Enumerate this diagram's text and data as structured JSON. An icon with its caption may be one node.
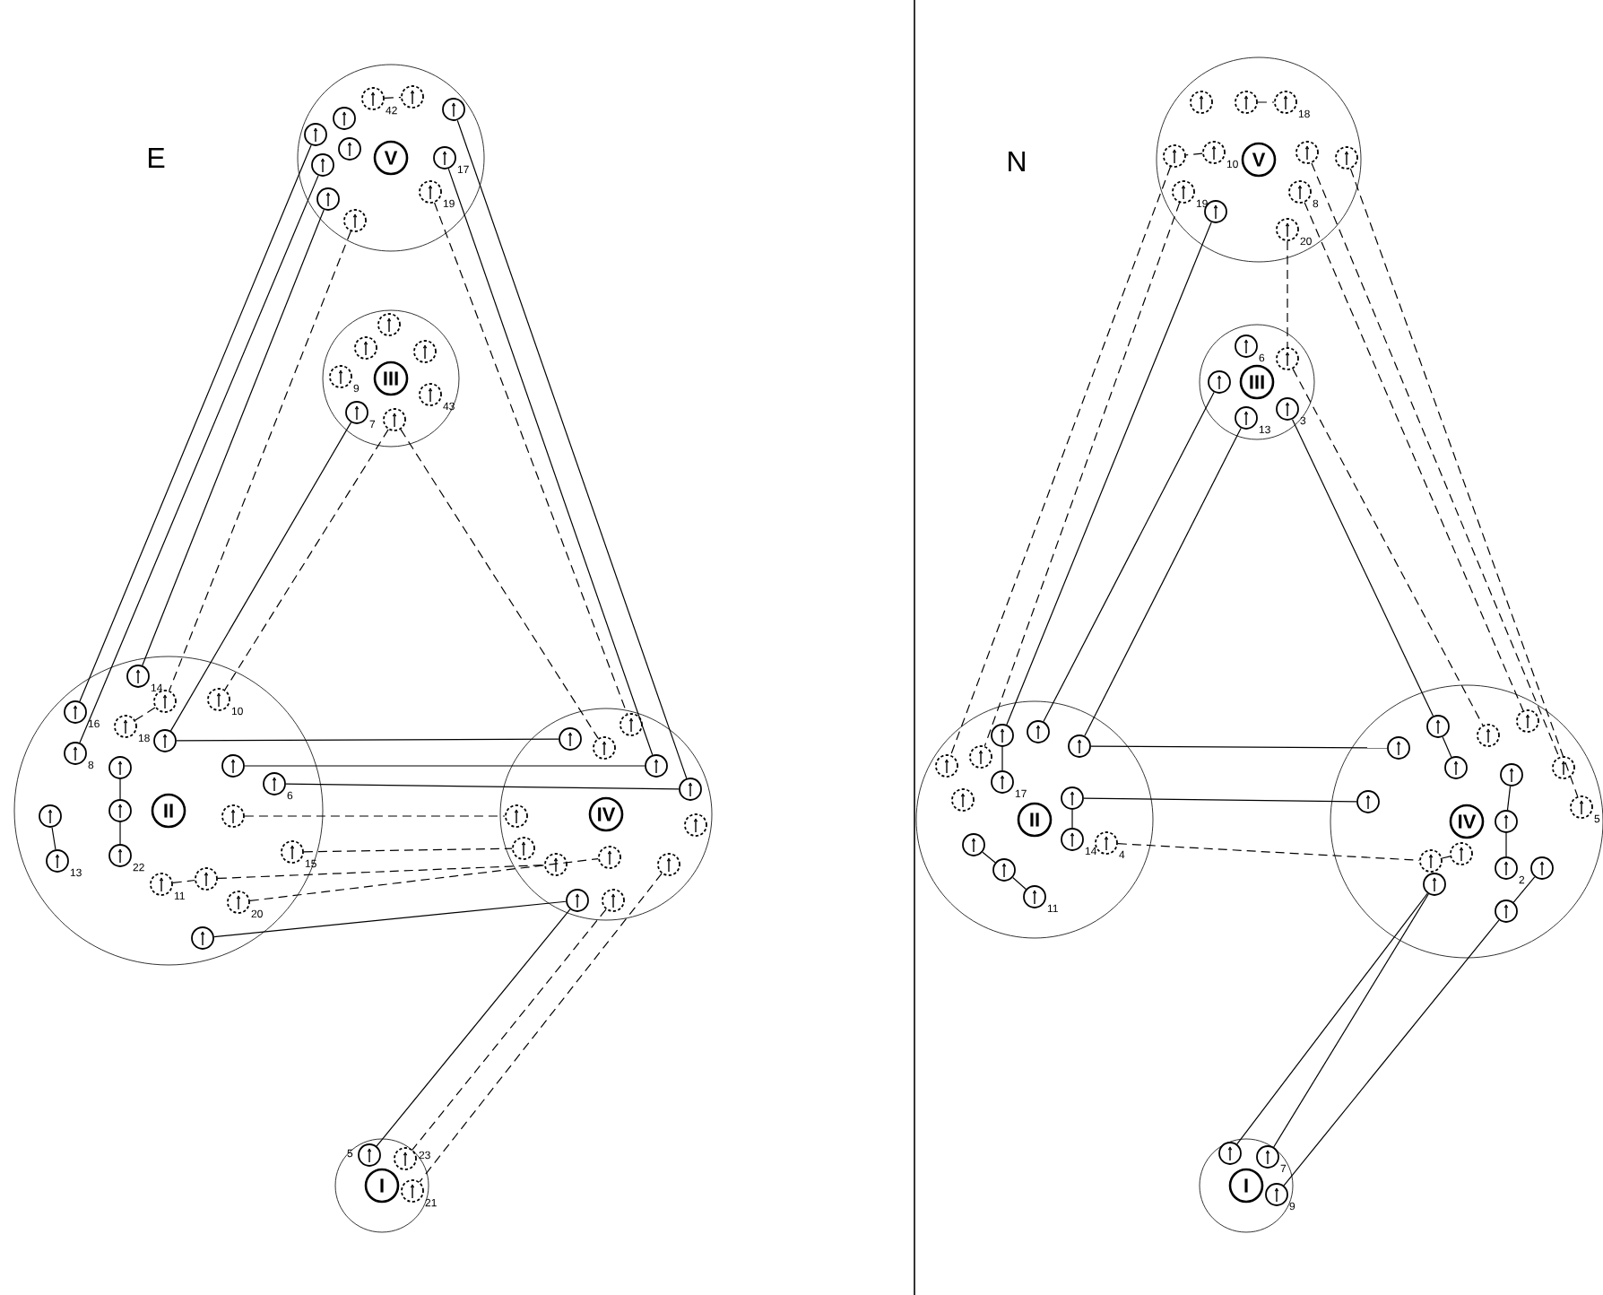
{
  "diagram": {
    "nodes": [
      {
        "text": [
          "V"
        ]
      },
      {
        "text": [],
        "shape": "circle",
        "in": 0
      },
      {
        "text": [],
        "shape": "circle",
        "in": 0
      },
      {
        "text": [],
        "shape": "circle",
        "in": 0
      },
      {
        "text": [],
        "shape": "circle",
        "in": 0
      },
      {
        "text": [],
        "shape": "circle",
        "in": 0
      },
      {
        "text": [],
        "shape": "circle",
        "in": 0
      },
      {
        "text": [],
        "shape": "circle",
        "in": 0,
        "beside": [
          "42"
        ]
      },
      {
        "text": [],
        "shape": "circle",
        "in": 0
      },
      {
        "text": [],
        "shape": "circle",
        "in": 0
      },
      {
        "text": [],
        "shape": "circle",
        "in": 0,
        "beside": [
          "17"
        ]
      },
      {
        "text": [],
        "shape": "circle",
        "in": 0,
        "beside": [
          "19"
        ]
      },
      {
        "text": [
          "III"
        ]
      },
      {
        "text": [],
        "shape": "circle",
        "in": 12
      },
      {
        "text": [],
        "shape": "circle",
        "in": 12
      },
      {
        "text": [],
        "shape": "circle",
        "in": 12,
        "beside": [
          "9"
        ]
      },
      {
        "text": [],
        "shape": "circle",
        "in": 12
      },
      {
        "text": [],
        "shape": "circle",
        "in": 12,
        "beside": [
          "43"
        ]
      },
      {
        "text": [],
        "shape": "circle",
        "in": 12,
        "beside": [
          "7"
        ]
      },
      {
        "text": [],
        "shape": "circle",
        "in": 12
      },
      {
        "text": [
          "II"
        ]
      },
      {
        "text": [],
        "shape": "circle",
        "in": 20,
        "beside": [
          "16"
        ]
      },
      {
        "text": [],
        "shape": "circle",
        "in": 20,
        "beside": [
          "8"
        ]
      },
      {
        "text": [],
        "shape": "circle",
        "in": 20,
        "beside": [
          "14"
        ]
      },
      {
        "text": [],
        "shape": "circle",
        "in": 20
      },
      {
        "text": [],
        "shape": "circle",
        "in": 20,
        "beside": [
          "18"
        ]
      },
      {
        "text": [],
        "shape": "circle",
        "in": 20
      },
      {
        "text": [],
        "shape": "circle",
        "in": 20,
        "beside": [
          "10"
        ]
      },
      {
        "text": [],
        "shape": "circle",
        "in": 20
      },
      {
        "text": [],
        "shape": "circle",
        "in": 20
      },
      {
        "text": [],
        "shape": "circle",
        "in": 20,
        "beside": [
          "22"
        ]
      },
      {
        "text": [],
        "shape": "circle",
        "in": 20
      },
      {
        "text": [],
        "shape": "circle",
        "in": 20,
        "beside": [
          "13"
        ]
      },
      {
        "text": [],
        "shape": "circle",
        "in": 20
      },
      {
        "text": [],
        "shape": "circle",
        "in": 20,
        "beside": [
          "6"
        ]
      },
      {
        "text": [],
        "shape": "circle",
        "in": 20
      },
      {
        "text": [],
        "shape": "circle",
        "in": 20,
        "beside": [
          "15"
        ]
      },
      {
        "text": [],
        "shape": "circle",
        "in": 20,
        "beside": [
          "11"
        ]
      },
      {
        "text": [],
        "shape": "circle",
        "in": 20
      },
      {
        "text": [],
        "shape": "circle",
        "in": 20,
        "beside": [
          "20"
        ]
      },
      {
        "text": [],
        "shape": "circle",
        "in": 20
      },
      {
        "text": [
          "IV"
        ]
      },
      {
        "text": [],
        "shape": "circle",
        "in": 41
      },
      {
        "text": [],
        "shape": "circle",
        "in": 41
      },
      {
        "text": [],
        "shape": "circle",
        "in": 41
      },
      {
        "text": [],
        "shape": "circle",
        "in": 41
      },
      {
        "text": [],
        "shape": "circle",
        "in": 41
      },
      {
        "text": [],
        "shape": "circle",
        "in": 41
      },
      {
        "text": [],
        "shape": "circle",
        "in": 41
      },
      {
        "text": [],
        "shape": "circle",
        "in": 41
      },
      {
        "text": [],
        "shape": "circle",
        "in": 41
      },
      {
        "text": [],
        "shape": "circle",
        "in": 41
      },
      {
        "text": [],
        "shape": "circle",
        "in": 41
      },
      {
        "text": [],
        "shape": "circle",
        "in": 41
      },
      {
        "text": [],
        "shape": "circle",
        "in": 41
      },
      {
        "text": [
          "I"
        ]
      },
      {
        "text": [],
        "shape": "circle",
        "in": 55,
        "beside": [
          "5"
        ]
      },
      {
        "text": [],
        "shape": "circle",
        "in": 55,
        "beside": [
          "23"
        ]
      },
      {
        "text": [],
        "shape": "circle",
        "in": 55,
        "beside": [
          "21"
        ]
      },
      {
        "text": [
          "V"
        ]
      },
      {
        "text": [],
        "shape": "circle",
        "in": 59
      },
      {
        "text": [],
        "shape": "circle",
        "in": 59
      },
      {
        "text": [],
        "shape": "circle",
        "in": 59,
        "beside": [
          "18"
        ]
      },
      {
        "text": [],
        "shape": "circle",
        "in": 59
      },
      {
        "text": [],
        "shape": "circle",
        "in": 59,
        "beside": [
          "10"
        ]
      },
      {
        "text": [],
        "shape": "circle",
        "in": 59
      },
      {
        "text": [],
        "shape": "circle",
        "in": 59
      },
      {
        "text": [],
        "shape": "circle",
        "in": 59,
        "beside": [
          "19"
        ]
      },
      {
        "text": [],
        "shape": "circle",
        "in": 59
      },
      {
        "text": [],
        "shape": "circle",
        "in": 59,
        "beside": [
          "8"
        ]
      },
      {
        "text": [],
        "shape": "circle",
        "in": 59,
        "beside": [
          "20"
        ]
      },
      {
        "text": [
          "III"
        ]
      },
      {
        "text": [],
        "shape": "circle",
        "in": 71,
        "beside": [
          "6"
        ]
      },
      {
        "text": [],
        "shape": "circle",
        "in": 71
      },
      {
        "text": [],
        "shape": "circle",
        "in": 71,
        "beside": [
          "13"
        ]
      },
      {
        "text": [],
        "shape": "circle",
        "in": 71
      },
      {
        "text": [],
        "shape": "circle",
        "in": 71,
        "beside": [
          "3"
        ]
      },
      {
        "text": [
          "II"
        ]
      },
      {
        "text": [],
        "shape": "circle",
        "in": 77
      },
      {
        "text": [],
        "shape": "circle",
        "in": 77
      },
      {
        "text": [],
        "shape": "circle",
        "in": 77
      },
      {
        "text": [],
        "shape": "circle",
        "in": 77
      },
      {
        "text": [],
        "shape": "circle",
        "in": 77,
        "beside": [
          "17"
        ]
      },
      {
        "text": [],
        "shape": "circle",
        "in": 77
      },
      {
        "text": [],
        "shape": "circle",
        "in": 77
      },
      {
        "text": [],
        "shape": "circle",
        "in": 77
      },
      {
        "text": [],
        "shape": "circle",
        "in": 77,
        "beside": [
          "14"
        ]
      },
      {
        "text": [],
        "shape": "circle",
        "in": 77,
        "beside": [
          "4"
        ]
      },
      {
        "text": [],
        "shape": "circle",
        "in": 77
      },
      {
        "text": [],
        "shape": "circle",
        "in": 77
      },
      {
        "text": [],
        "shape": "circle",
        "in": 77,
        "beside": [
          "11"
        ]
      },
      {
        "text": [
          "IV"
        ]
      },
      {
        "text": [],
        "shape": "circle",
        "in": 91
      },
      {
        "text": [],
        "shape": "circle",
        "in": 91
      },
      {
        "text": [],
        "shape": "circle",
        "in": 91
      },
      {
        "text": [],
        "shape": "circle",
        "in": 91
      },
      {
        "text": [],
        "shape": "circle",
        "in": 91
      },
      {
        "text": [],
        "shape": "circle",
        "in": 91
      },
      {
        "text": [],
        "shape": "circle",
        "in": 91
      },
      {
        "text": [],
        "shape": "circle",
        "in": 91
      },
      {
        "text": [],
        "shape": "circle",
        "in": 91,
        "beside": [
          "2"
        ]
      },
      {
        "text": [],
        "shape": "circle",
        "in": 91
      },
      {
        "text": [],
        "shape": "circle",
        "in": 91
      },
      {
        "text": [],
        "shape": "circle",
        "in": 91
      },
      {
        "text": [],
        "shape": "circle",
        "in": 91
      },
      {
        "text": [],
        "shape": "circle",
        "in": 91
      },
      {
        "text": [],
        "shape": "circle",
        "in": 91,
        "beside": [
          "5"
        ]
      },
      {
        "text": [],
        "shape": "circle",
        "in": 91
      },
      {
        "text": [
          "I"
        ]
      },
      {
        "text": [],
        "shape": "circle",
        "in": 108
      },
      {
        "text": [],
        "shape": "circle",
        "in": 108,
        "beside": [
          "7"
        ]
      },
      {
        "text": [],
        "shape": "circle",
        "in": 108,
        "beside": [
          "9"
        ]
      }
    ],
    "edges": [
      {
        "from": 1,
        "to": 21,
        "arrow": "none"
      },
      {
        "from": 3,
        "to": 22,
        "arrow": "none"
      },
      {
        "from": 5,
        "to": 23,
        "arrow": "none"
      },
      {
        "from": 6,
        "to": 24,
        "arrow": "none",
        "style": "dashed"
      },
      {
        "from": 18,
        "to": 26,
        "arrow": "none"
      },
      {
        "from": 19,
        "to": 27,
        "arrow": "none",
        "style": "dashed"
      },
      {
        "from": 19,
        "to": 43,
        "arrow": "none",
        "style": "dashed"
      },
      {
        "from": 9,
        "to": 46,
        "arrow": "none"
      },
      {
        "from": 10,
        "to": 45,
        "arrow": "none"
      },
      {
        "from": 11,
        "to": 44,
        "arrow": "none",
        "style": "dashed"
      },
      {
        "from": 26,
        "to": 42,
        "arrow": "none"
      },
      {
        "from": 33,
        "to": 45,
        "arrow": "none"
      },
      {
        "from": 34,
        "to": 46,
        "arrow": "none"
      },
      {
        "from": 35,
        "to": 47,
        "arrow": "none",
        "style": "dashed"
      },
      {
        "from": 36,
        "to": 48,
        "arrow": "none",
        "style": "dashed"
      },
      {
        "from": 38,
        "to": 49,
        "arrow": "none",
        "style": "dashed"
      },
      {
        "from": 39,
        "to": 50,
        "arrow": "none",
        "style": "dashed"
      },
      {
        "from": 40,
        "to": 53,
        "arrow": "none"
      },
      {
        "from": 53,
        "to": 56,
        "arrow": "none"
      },
      {
        "from": 54,
        "to": 57,
        "arrow": "none",
        "style": "dashed"
      },
      {
        "from": 52,
        "to": 58,
        "arrow": "none",
        "style": "dashed"
      },
      {
        "from": 28,
        "to": 29,
        "arrow": "none"
      },
      {
        "from": 29,
        "to": 30,
        "arrow": "none"
      },
      {
        "from": 31,
        "to": 32,
        "arrow": "none"
      },
      {
        "from": 37,
        "to": 38,
        "arrow": "none",
        "style": "dashed"
      },
      {
        "from": 25,
        "to": 24,
        "arrow": "none",
        "style": "dashed"
      },
      {
        "from": 7,
        "to": 8,
        "arrow": "none",
        "style": "dashed"
      },
      {
        "from": 63,
        "to": 78,
        "arrow": "none",
        "style": "dashed"
      },
      {
        "from": 67,
        "to": 79,
        "arrow": "none",
        "style": "dashed"
      },
      {
        "from": 68,
        "to": 81,
        "arrow": "none"
      },
      {
        "from": 73,
        "to": 83,
        "arrow": "none"
      },
      {
        "from": 74,
        "to": 84,
        "arrow": "none"
      },
      {
        "from": 70,
        "to": 75,
        "arrow": "none",
        "style": "dashed"
      },
      {
        "from": 76,
        "to": 93,
        "arrow": "none"
      },
      {
        "from": 75,
        "to": 95,
        "arrow": "none",
        "style": "dashed"
      },
      {
        "from": 69,
        "to": 96,
        "arrow": "none",
        "style": "dashed"
      },
      {
        "from": 65,
        "to": 105,
        "arrow": "none",
        "style": "dashed"
      },
      {
        "from": 66,
        "to": 106,
        "arrow": "none",
        "style": "dashed"
      },
      {
        "from": 84,
        "to": 92,
        "arrow": "none"
      },
      {
        "from": 85,
        "to": 97,
        "arrow": "none"
      },
      {
        "from": 87,
        "to": 103,
        "arrow": "none",
        "style": "dashed"
      },
      {
        "from": 81,
        "to": 82,
        "arrow": "none"
      },
      {
        "from": 85,
        "to": 86,
        "arrow": "none"
      },
      {
        "from": 88,
        "to": 89,
        "arrow": "none"
      },
      {
        "from": 89,
        "to": 90,
        "arrow": "none"
      },
      {
        "from": 93,
        "to": 94,
        "arrow": "none"
      },
      {
        "from": 98,
        "to": 99,
        "arrow": "none"
      },
      {
        "from": 99,
        "to": 100,
        "arrow": "none"
      },
      {
        "from": 103,
        "to": 104,
        "arrow": "none",
        "style": "dashed"
      },
      {
        "from": 107,
        "to": 109,
        "arrow": "none"
      },
      {
        "from": 107,
        "to": 110,
        "arrow": "none"
      },
      {
        "from": 101,
        "to": 102,
        "arrow": "none"
      },
      {
        "from": 102,
        "to": 111,
        "arrow": "none"
      },
      {
        "from": 64,
        "to": 63,
        "arrow": "none",
        "style": "dashed"
      },
      {
        "from": 61,
        "to": 62,
        "arrow": "none",
        "style": "dashed"
      }
    ],
    "labels": [
      "E",
      "N"
    ]
  }
}
